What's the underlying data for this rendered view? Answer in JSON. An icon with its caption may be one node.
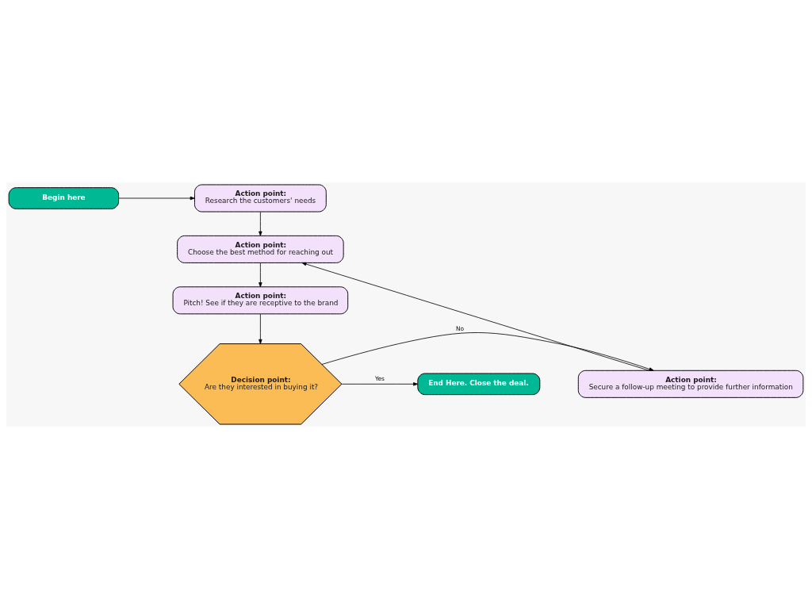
{
  "diagram": {
    "nodes": [
      {
        "text": [
          "Begin here"
        ]
      },
      {
        "text": [
          "Action point:",
          "Research the customers' needs"
        ]
      },
      {
        "text": [
          "Action point:",
          "Choose the best method for reaching out"
        ]
      },
      {
        "text": [
          "Action point:",
          "Pitch! See if they are receptive to the brand"
        ]
      },
      {
        "text": [
          "Action point:",
          "Secure a follow-up meeting to provide further information"
        ]
      },
      {
        "text": [
          "Decision point:",
          "Are they interested in buying it?"
        ]
      },
      {
        "text": [
          "End Here. Close the deal."
        ]
      }
    ],
    "edges": [
      {
        "from": 0,
        "to": 1,
        "arrow": "to"
      },
      {
        "from": 1,
        "to": 2,
        "arrow": "to"
      },
      {
        "from": 2,
        "to": 3,
        "arrow": "to"
      },
      {
        "from": 3,
        "to": 5,
        "arrow": "to"
      },
      {
        "from": 5,
        "to": 4,
        "arrow": "to",
        "label": "No"
      },
      {
        "from": 5,
        "to": 6,
        "arrow": "to",
        "label": "Yes"
      },
      {
        "from": 4,
        "to": 2,
        "arrow": "to"
      }
    ]
  }
}
